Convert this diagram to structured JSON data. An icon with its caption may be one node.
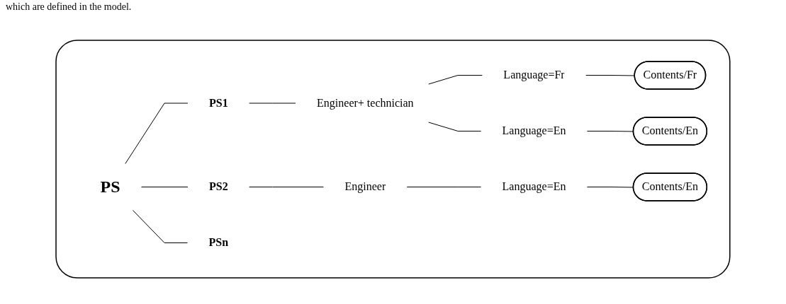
{
  "diagram": {
    "nodes": [
      {
        "text": [],
        "shape": "box"
      },
      {
        "text": [
          "PS"
        ],
        "in": 0
      },
      {
        "text": [
          "PS1"
        ],
        "in": 0
      },
      {
        "text": [
          "PS2"
        ],
        "in": 0
      },
      {
        "text": [
          "PSn"
        ],
        "in": 0
      },
      {
        "text": [
          "Engineer+ technician"
        ],
        "in": 0
      },
      {
        "text": [
          "Language=Fr"
        ],
        "in": 0
      },
      {
        "text": [
          "Language=En"
        ],
        "in": 0
      },
      {
        "text": [
          "Contents/Fr"
        ],
        "in": 0
      },
      {
        "text": [
          "Contents/En"
        ],
        "in": 0
      },
      {
        "text": [
          "Engineer"
        ],
        "in": 0
      },
      {
        "text": [
          "Language=En"
        ],
        "in": 0
      },
      {
        "text": [
          "Contents/En"
        ],
        "in": 0
      }
    ],
    "edges": [
      {
        "from": 1,
        "to": 2,
        "arrow": "none"
      },
      {
        "from": 1,
        "to": 3,
        "arrow": "none"
      },
      {
        "from": 1,
        "to": 4,
        "arrow": "none"
      },
      {
        "from": 2,
        "to": 5,
        "arrow": "none"
      },
      {
        "from": 5,
        "to": 6,
        "arrow": "none"
      },
      {
        "from": 5,
        "to": 7,
        "arrow": "none"
      },
      {
        "from": 6,
        "to": 8,
        "arrow": "none"
      },
      {
        "from": 7,
        "to": 9,
        "arrow": "none"
      },
      {
        "from": 3,
        "to": 10,
        "arrow": "none"
      },
      {
        "from": 10,
        "to": 11,
        "arrow": "none"
      },
      {
        "from": 11,
        "to": 12,
        "arrow": "none"
      }
    ],
    "labels": [
      "which are defined in the model."
    ]
  }
}
